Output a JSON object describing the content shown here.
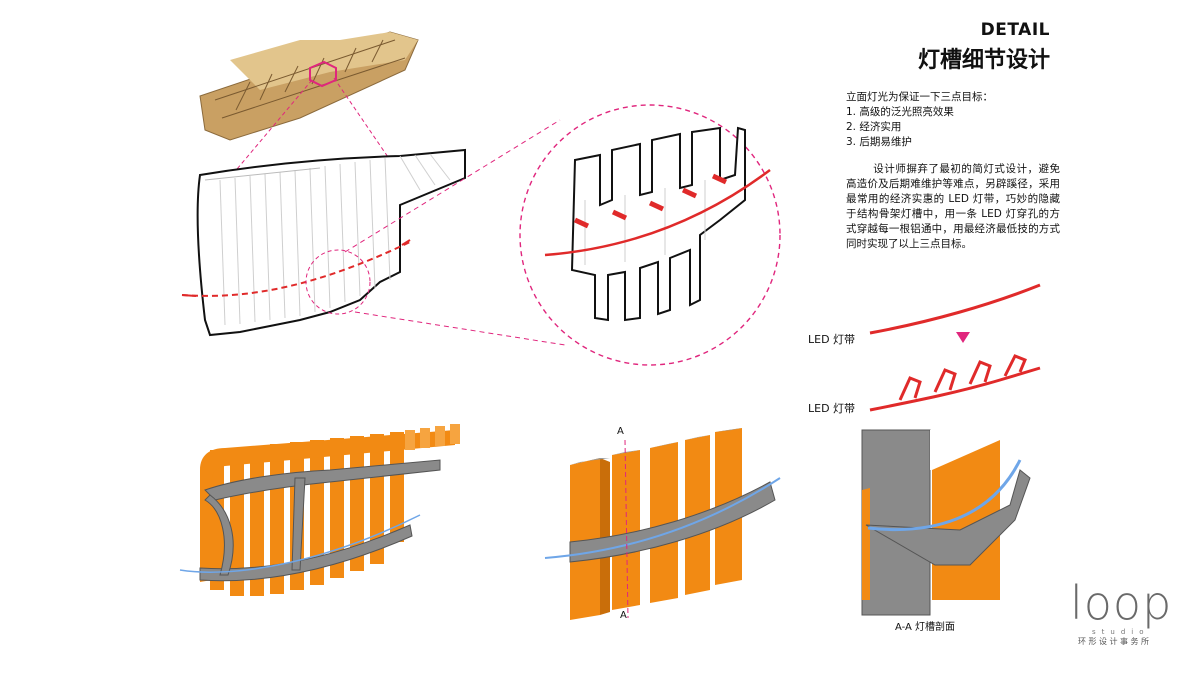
{
  "header": {
    "title_en": "DETAIL",
    "title_cn": "灯槽细节设计"
  },
  "goals": {
    "intro": "立面灯光为保证一下三点目标：",
    "items": [
      "1. 高级的泛光照亮效果",
      "2. 经济实用",
      "3. 后期易维护"
    ]
  },
  "paragraph": "设计师摒弃了最初的简灯式设计，避免高造价及后期难维护等难点，另辟蹊径，采用最常用的经济实惠的 LED 灯带，巧妙的隐藏于结构骨架灯槽中，用一条 LED 灯穿孔的方式穿越每一根铝通中，用最经济最低技的方式同时实现了以上三点目标。",
  "led": {
    "label_top": "LED 灯带",
    "label_bottom": "LED 灯带"
  },
  "section": {
    "marker_top": "A",
    "marker_bottom": "A",
    "caption": "A-A 灯槽剖面"
  },
  "logo": {
    "word": "loop",
    "sub1": "studio",
    "sub2": "环形设计事务所"
  },
  "colors": {
    "orange": "#f28a13",
    "gray": "#8a8a8a",
    "magenta": "#e0267d",
    "red": "#e02a2a",
    "blue": "#6fa6e8",
    "wood": "#c9a063"
  }
}
